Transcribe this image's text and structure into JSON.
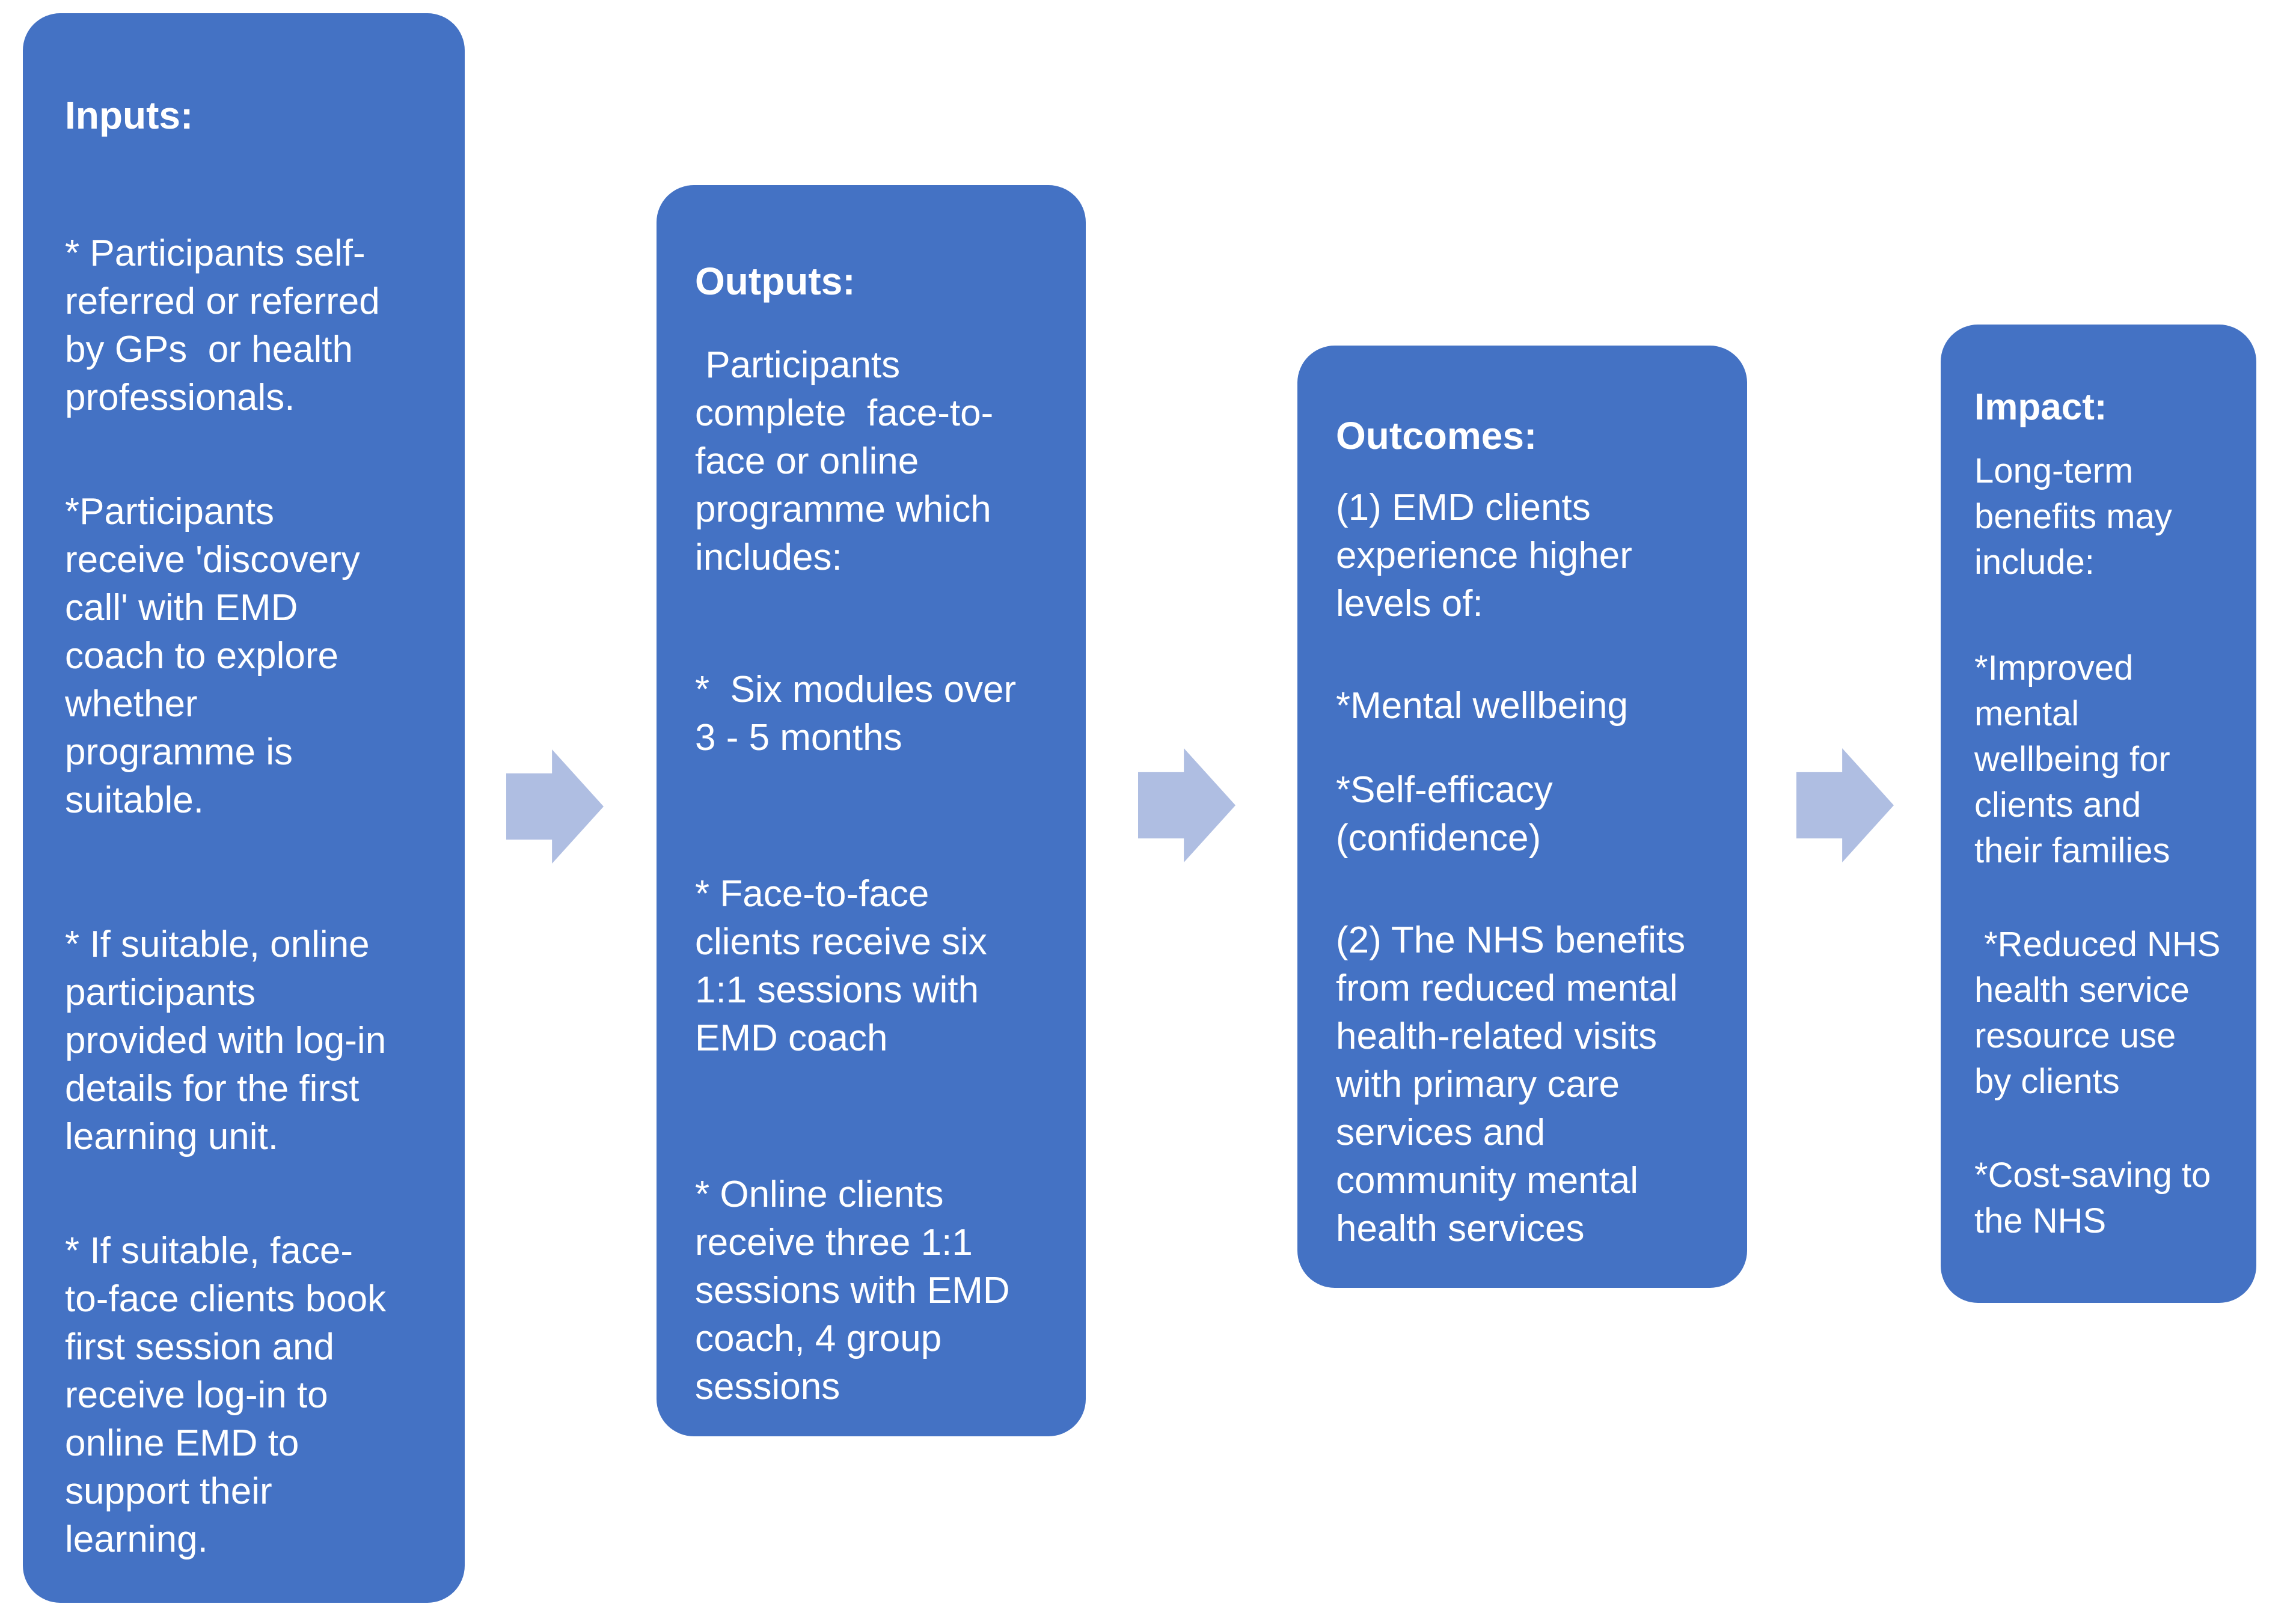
{
  "colors": {
    "box_fill": "#4472c4",
    "box_text": "#ffffff",
    "arrow_fill": "#afbee2",
    "background": "#ffffff"
  },
  "boxes": [
    {
      "id": "inputs",
      "title": "Inputs:",
      "paragraphs": [
        [
          "* Participants self-",
          "referred or referred",
          "by GPs  or health",
          "professionals."
        ],
        [
          "*Participants",
          "receive 'discovery",
          "call' with EMD",
          "coach to explore",
          "whether",
          "programme is",
          "suitable."
        ],
        [
          "* If suitable, online",
          "participants",
          "provided with log-in",
          "details for the first",
          "learning unit."
        ],
        [
          "* If suitable, face-",
          "to-face clients book",
          "first session and",
          "receive log-in to",
          "online EMD to",
          "support their",
          "learning."
        ]
      ]
    },
    {
      "id": "outputs",
      "title": "Outputs:",
      "paragraphs": [
        [
          " Participants",
          "complete  face-to-",
          "face or online",
          "programme which",
          "includes:"
        ],
        [
          "*  Six modules over",
          "3 - 5 months"
        ],
        [
          "* Face-to-face",
          "clients receive six",
          "1:1 sessions with",
          "EMD coach"
        ],
        [
          "* Online clients",
          "receive three 1:1",
          "sessions with EMD",
          "coach, 4 group",
          "sessions"
        ]
      ]
    },
    {
      "id": "outcomes",
      "title": "Outcomes:",
      "paragraphs": [
        [
          "(1) EMD clients",
          "experience higher",
          "levels of:"
        ],
        [
          "*Mental wellbeing"
        ],
        [
          "*Self-efficacy",
          "(confidence)"
        ],
        [
          "(2) The NHS benefits",
          "from reduced mental",
          "health-related visits",
          "with primary care",
          "services and",
          "community mental",
          "health services"
        ]
      ]
    },
    {
      "id": "impact",
      "title": "Impact:",
      "paragraphs": [
        [
          "Long-term",
          "benefits may",
          "include:"
        ],
        [
          "*Improved",
          "mental",
          "wellbeing for",
          "clients and",
          "their families"
        ],
        [
          " *Reduced NHS",
          "health service",
          "resource use",
          "by clients"
        ],
        [
          "*Cost-saving to",
          "the NHS"
        ]
      ]
    }
  ],
  "arrows": [
    {
      "id": "arrow-1",
      "meaning": "inputs-to-outputs"
    },
    {
      "id": "arrow-2",
      "meaning": "outputs-to-outcomes"
    },
    {
      "id": "arrow-3",
      "meaning": "outcomes-to-impact"
    }
  ]
}
